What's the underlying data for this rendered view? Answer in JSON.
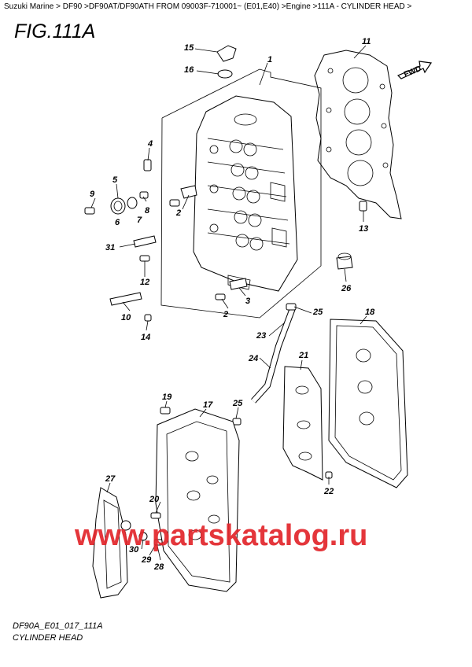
{
  "breadcrumb": "Suzuki Marine > DF90 >DF90AT/DF90ATH FROM 09003F-710001~ (E01,E40) >Engine >111A - CYLINDER HEAD >",
  "figure_title": "FIG.111A",
  "fwd_label": "FWD",
  "footer_code": "DF90A_E01_017_111A",
  "footer_name": "CYLINDER HEAD",
  "watermark": "www.partskatalog.ru",
  "callouts": {
    "c1": "1",
    "c2a": "2",
    "c2b": "2",
    "c3": "3",
    "c4": "4",
    "c5": "5",
    "c6": "6",
    "c7": "7",
    "c8": "8",
    "c9": "9",
    "c10": "10",
    "c11": "11",
    "c12": "12",
    "c13": "13",
    "c14": "14",
    "c15": "15",
    "c16": "16",
    "c17": "17",
    "c18": "18",
    "c19": "19",
    "c20": "20",
    "c21": "21",
    "c22": "22",
    "c23": "23",
    "c24": "24",
    "c25a": "25",
    "c25b": "25",
    "c26": "26",
    "c27": "27",
    "c28": "28",
    "c29": "29",
    "c30": "30",
    "c31": "31"
  }
}
